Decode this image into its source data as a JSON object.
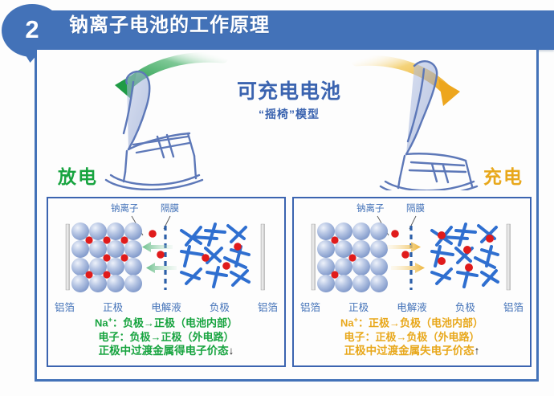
{
  "header": {
    "badge_number": "2",
    "title": "钠离子电池的工作原理",
    "bar_color": "#4372b8",
    "text_color": "#ffffff"
  },
  "illustration": {
    "center_title": "可充电电池",
    "center_subtitle": "“摇椅”模型",
    "left_label": "放电",
    "left_label_color": "#18a440",
    "right_label": "充电",
    "right_label_color": "#e8a81c",
    "left_arrow": "curved-arrow-left-green",
    "right_arrow": "curved-arrow-right-gold",
    "left_icon": "rocking-chair-icon",
    "right_icon": "rocking-chair-icon"
  },
  "panels": [
    {
      "id": "discharge-panel",
      "accent": "#18a440",
      "callouts": {
        "ion": "钠离子",
        "separator": "隔膜"
      },
      "legend": [
        "铝箔",
        "正极",
        "电解液",
        "负极",
        "铝箔"
      ],
      "equations": [
        {
          "prefix": "Na",
          "sup": "+",
          "text": "：负极→正极（电池内部）"
        },
        {
          "prefix": "",
          "sup": "",
          "text": "电子：负极→正极（外电路）"
        },
        {
          "prefix": "",
          "sup": "",
          "text": "正极中过渡金属得电子价态",
          "mark": "↓"
        }
      ],
      "flow_direction": "left",
      "flow_color": "#55b77c"
    },
    {
      "id": "charge-panel",
      "accent": "#e8a81c",
      "callouts": {
        "ion": "钠离子",
        "separator": "隔膜"
      },
      "legend": [
        "铝箔",
        "正极",
        "电解液",
        "负极",
        "铝箔"
      ],
      "equations": [
        {
          "prefix": "Na",
          "sup": "+",
          "text": "：正极→负极（电池内部）"
        },
        {
          "prefix": "",
          "sup": "",
          "text": "电子：正极→负极（外电路）"
        },
        {
          "prefix": "",
          "sup": "",
          "text": "正极中过渡金属失电子价态",
          "mark": "↑"
        }
      ],
      "flow_direction": "right",
      "flow_color": "#edb53a"
    }
  ],
  "colors": {
    "brand_blue": "#4372b8",
    "dark_blue": "#3b64b0",
    "green": "#18a440",
    "gold": "#e8a81c",
    "ion_red": "#e01b1b",
    "sphere_blue": "#9db4da"
  }
}
